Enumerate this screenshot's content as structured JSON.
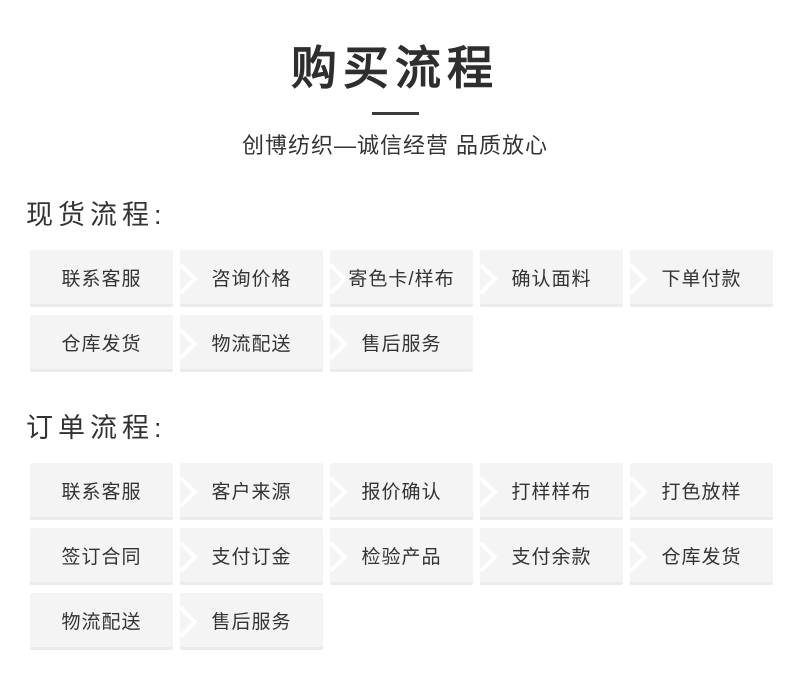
{
  "header": {
    "title": "购买流程",
    "subtitle": "创博纺织—诚信经营 品质放心"
  },
  "sections": [
    {
      "heading": "现货流程:",
      "rows": [
        [
          "联系客服",
          "咨询价格",
          "寄色卡/样布",
          "确认面料",
          "下单付款"
        ],
        [
          "仓库发货",
          "物流配送",
          "售后服务"
        ]
      ]
    },
    {
      "heading": "订单流程:",
      "rows": [
        [
          "联系客服",
          "客户来源",
          "报价确认",
          "打样样布",
          "打色放样"
        ],
        [
          "签订合同",
          "支付订金",
          "检验产品",
          "支付余款",
          "仓库发货"
        ],
        [
          "物流配送",
          "售后服务"
        ]
      ]
    }
  ],
  "icons": {
    "step_separator": "chevron-right-icon"
  },
  "colors": {
    "page_background": "#ffffff",
    "text": "#333333",
    "title_text": "#2e2e2e",
    "divider": "#3a3a3a",
    "step_background": "#f4f4f4",
    "step_border_bottom": "#ebebeb",
    "arrow": "#ffffff"
  }
}
